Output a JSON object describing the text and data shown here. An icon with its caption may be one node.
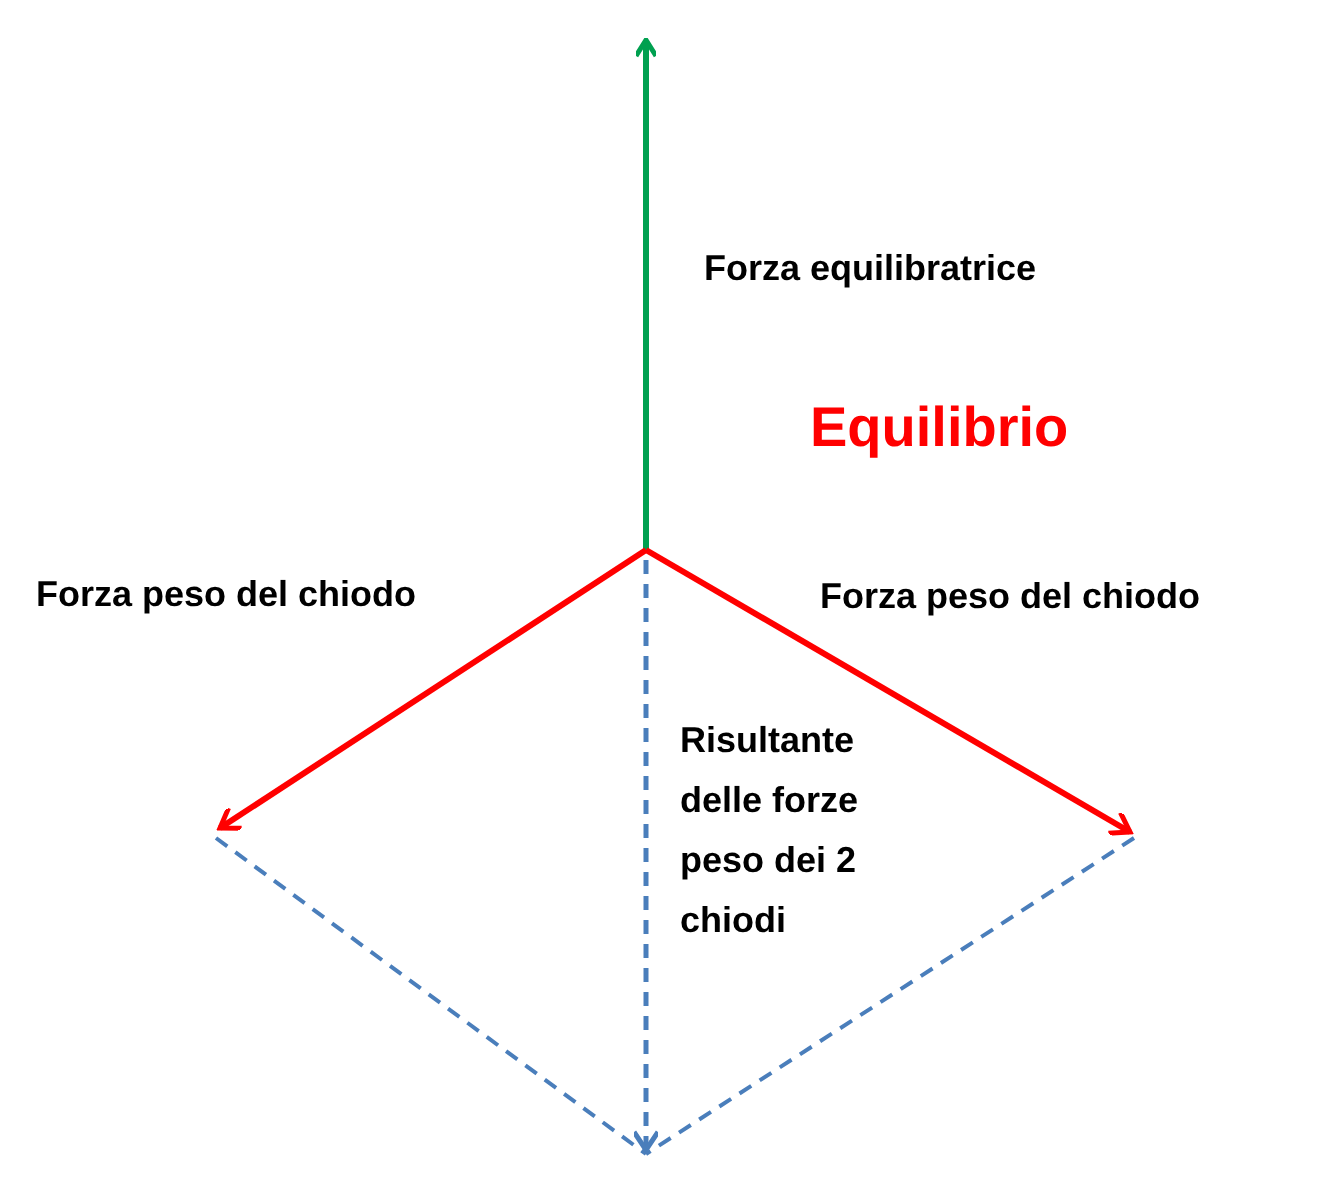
{
  "diagram": {
    "labels": [
      "Forza equilibratrice",
      "Equilibrio",
      "Forza peso del chiodo",
      "Forza peso del chiodo",
      "Risultante delle forze peso dei 2 chiodi"
    ]
  }
}
